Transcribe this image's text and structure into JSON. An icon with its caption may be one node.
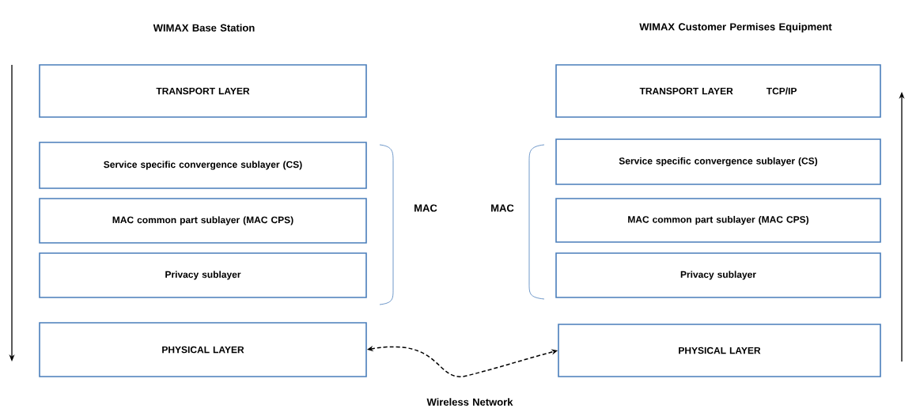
{
  "diagram": {
    "nodes": [
      {
        "text": [
          "TRANSPORT LAYER"
        ]
      },
      {
        "text": [
          "Service specific convergence sublayer (CS)"
        ]
      },
      {
        "text": [
          "MAC common part sublayer (MAC CPS)"
        ]
      },
      {
        "text": [
          "Privacy sublayer"
        ]
      },
      {
        "text": [
          "PHYSICAL LAYER"
        ]
      },
      {
        "text": [
          "TRANSPORT LAYER",
          "TCP/IP"
        ]
      },
      {
        "text": [
          "Service specific convergence sublayer (CS)"
        ]
      },
      {
        "text": [
          "MAC common part sublayer (MAC CPS)"
        ]
      },
      {
        "text": [
          "Privacy sublayer"
        ]
      },
      {
        "text": [
          "PHYSICAL LAYER"
        ]
      }
    ],
    "edges": [
      {
        "from": 4,
        "to": 9,
        "arrow": "both",
        "style": "dashed"
      }
    ],
    "labels": [
      "WIMAX Base Station",
      "WIMAX Customer Permises Equipment",
      "MAC",
      "MAC",
      "Wireless Network"
    ]
  }
}
